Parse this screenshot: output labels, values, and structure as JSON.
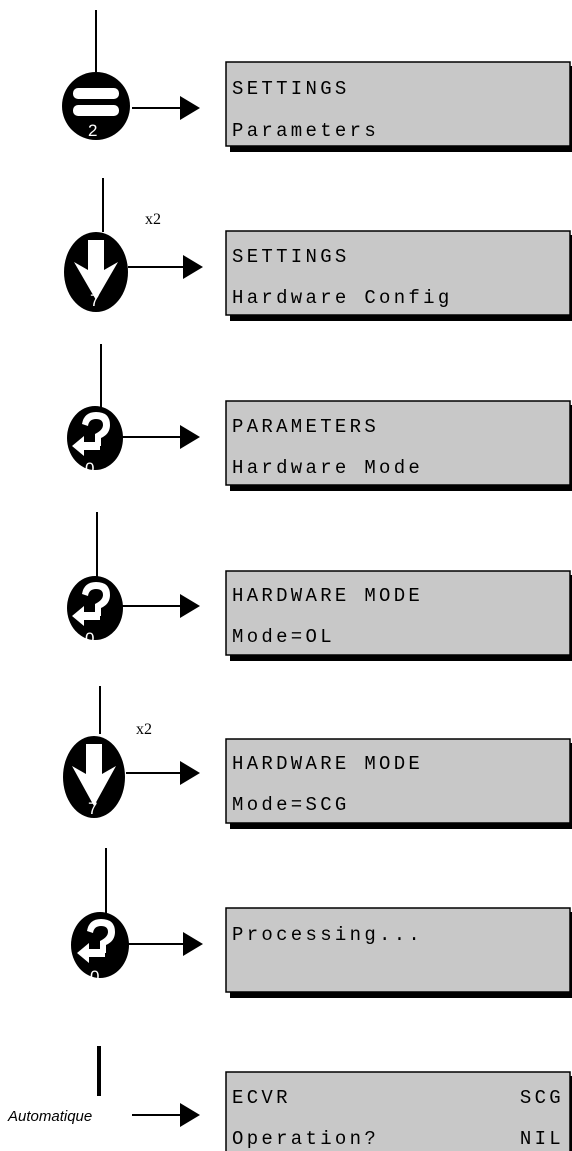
{
  "steps": [
    {
      "key": {
        "icon": "equals-key-icon",
        "number": "2",
        "multiplier": ""
      },
      "lcd": {
        "line1": "SETTINGS",
        "line1_right": "",
        "line2": "Parameters",
        "line2_right": ""
      }
    },
    {
      "key": {
        "icon": "down-arrow-key-icon",
        "number": "7",
        "multiplier": "x2"
      },
      "lcd": {
        "line1": "SETTINGS",
        "line1_right": "",
        "line2": "Hardware Config",
        "line2_right": ""
      }
    },
    {
      "key": {
        "icon": "enter-key-icon",
        "number": "0",
        "multiplier": ""
      },
      "lcd": {
        "line1": "PARAMETERS",
        "line1_right": "",
        "line2": "Hardware Mode",
        "line2_right": ""
      }
    },
    {
      "key": {
        "icon": "enter-key-icon",
        "number": "0",
        "multiplier": ""
      },
      "lcd": {
        "line1": "HARDWARE MODE",
        "line1_right": "",
        "line2": "Mode=OL",
        "line2_right": ""
      }
    },
    {
      "key": {
        "icon": "down-arrow-key-icon",
        "number": "7",
        "multiplier": "x2"
      },
      "lcd": {
        "line1": "HARDWARE MODE",
        "line1_right": "",
        "line2": "Mode=SCG",
        "line2_right": ""
      }
    },
    {
      "key": {
        "icon": "enter-key-icon",
        "number": "0",
        "multiplier": ""
      },
      "lcd": {
        "line1": "Processing...",
        "line1_right": "",
        "line2": "",
        "line2_right": ""
      }
    },
    {
      "key": {
        "icon": "",
        "number": "",
        "multiplier": "",
        "label": "Automatique"
      },
      "lcd": {
        "line1": "ECVR",
        "line1_right": "SCG",
        "line2": "Operation?",
        "line2_right": "NIL"
      }
    }
  ],
  "colors": {
    "lcd_background": "#c8c8c8",
    "ink": "#000000",
    "key_number": "#ffffff"
  }
}
